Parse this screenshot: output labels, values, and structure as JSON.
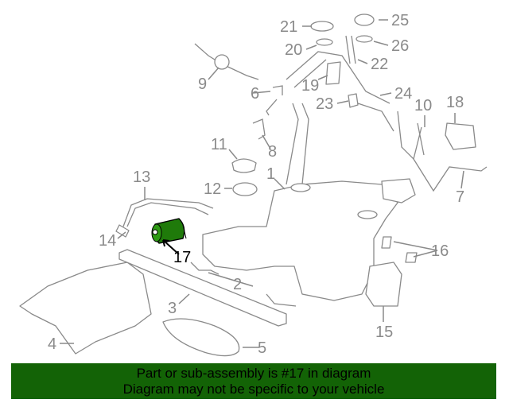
{
  "callouts": {
    "c1": "1",
    "c2": "2",
    "c3": "3",
    "c4": "4",
    "c5": "5",
    "c6": "6",
    "c7": "7",
    "c8": "8",
    "c9": "9",
    "c10": "10",
    "c11": "11",
    "c12": "12",
    "c13": "13",
    "c14": "14",
    "c15": "15",
    "c16": "16",
    "c17": "17",
    "c18": "18",
    "c19": "19",
    "c20": "20",
    "c21": "21",
    "c22": "22",
    "c23": "23",
    "c24": "24",
    "c25": "25",
    "c26": "26"
  },
  "highlighted_part": "17",
  "colors": {
    "highlight": "#1f7a0a",
    "banner": "#136306",
    "line": "#8a8a8a"
  },
  "banner": {
    "line1": "Part or sub-assembly is #17 in diagram",
    "line2": "Diagram may not be specific to your vehicle"
  }
}
